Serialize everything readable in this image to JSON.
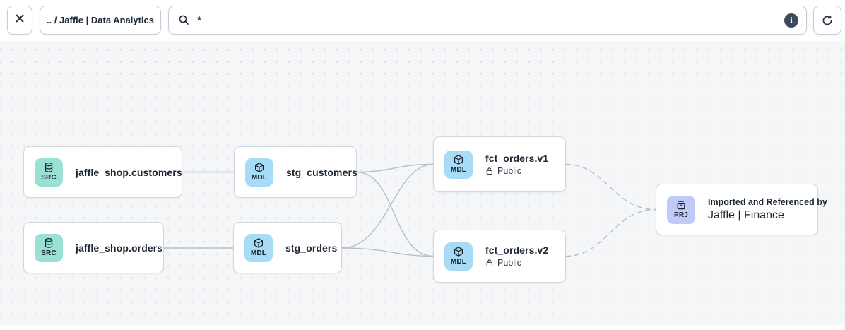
{
  "toolbar": {
    "breadcrumb": ".. / Jaffle | Data Analytics",
    "search": {
      "value": "*"
    },
    "info_glyph": "i",
    "icons": {
      "close": "close-icon",
      "search": "search-icon",
      "info": "info-icon",
      "refresh": "refresh-icon"
    }
  },
  "graph": {
    "nodes": [
      {
        "id": "src_customers",
        "badge": "SRC",
        "type": "source",
        "label": "jaffle_shop.customers"
      },
      {
        "id": "src_orders",
        "badge": "SRC",
        "type": "source",
        "label": "jaffle_shop.orders"
      },
      {
        "id": "stg_customers",
        "badge": "MDL",
        "type": "model",
        "label": "stg_customers"
      },
      {
        "id": "stg_orders",
        "badge": "MDL",
        "type": "model",
        "label": "stg_orders"
      },
      {
        "id": "fct_orders_v1",
        "badge": "MDL",
        "type": "model",
        "label": "fct_orders.v1",
        "access": "Public"
      },
      {
        "id": "fct_orders_v2",
        "badge": "MDL",
        "type": "model",
        "label": "fct_orders.v2",
        "access": "Public"
      },
      {
        "id": "prj_finance",
        "badge": "PRJ",
        "type": "project",
        "kicker": "Imported and Referenced by",
        "label": "Jaffle | Finance"
      }
    ],
    "edges": [
      {
        "from": "src_customers",
        "to": "stg_customers",
        "style": "solid"
      },
      {
        "from": "src_orders",
        "to": "stg_orders",
        "style": "solid"
      },
      {
        "from": "stg_customers",
        "to": "fct_orders_v1",
        "style": "solid"
      },
      {
        "from": "stg_customers",
        "to": "fct_orders_v2",
        "style": "solid"
      },
      {
        "from": "stg_orders",
        "to": "fct_orders_v1",
        "style": "solid"
      },
      {
        "from": "stg_orders",
        "to": "fct_orders_v2",
        "style": "solid"
      },
      {
        "from": "fct_orders_v1",
        "to": "prj_finance",
        "style": "dashed"
      },
      {
        "from": "fct_orders_v2",
        "to": "prj_finance",
        "style": "dashed"
      }
    ]
  },
  "colors": {
    "canvas_bg": "#f4f6f8",
    "dot": "#d3d7dd",
    "src_badge": "#9ae1d4",
    "mdl_badge": "#a8dbf5",
    "prj_badge": "#c1caf7",
    "edge": "#b6bdc8",
    "text": "#1c2733",
    "info_circle": "#3d4a5b"
  }
}
